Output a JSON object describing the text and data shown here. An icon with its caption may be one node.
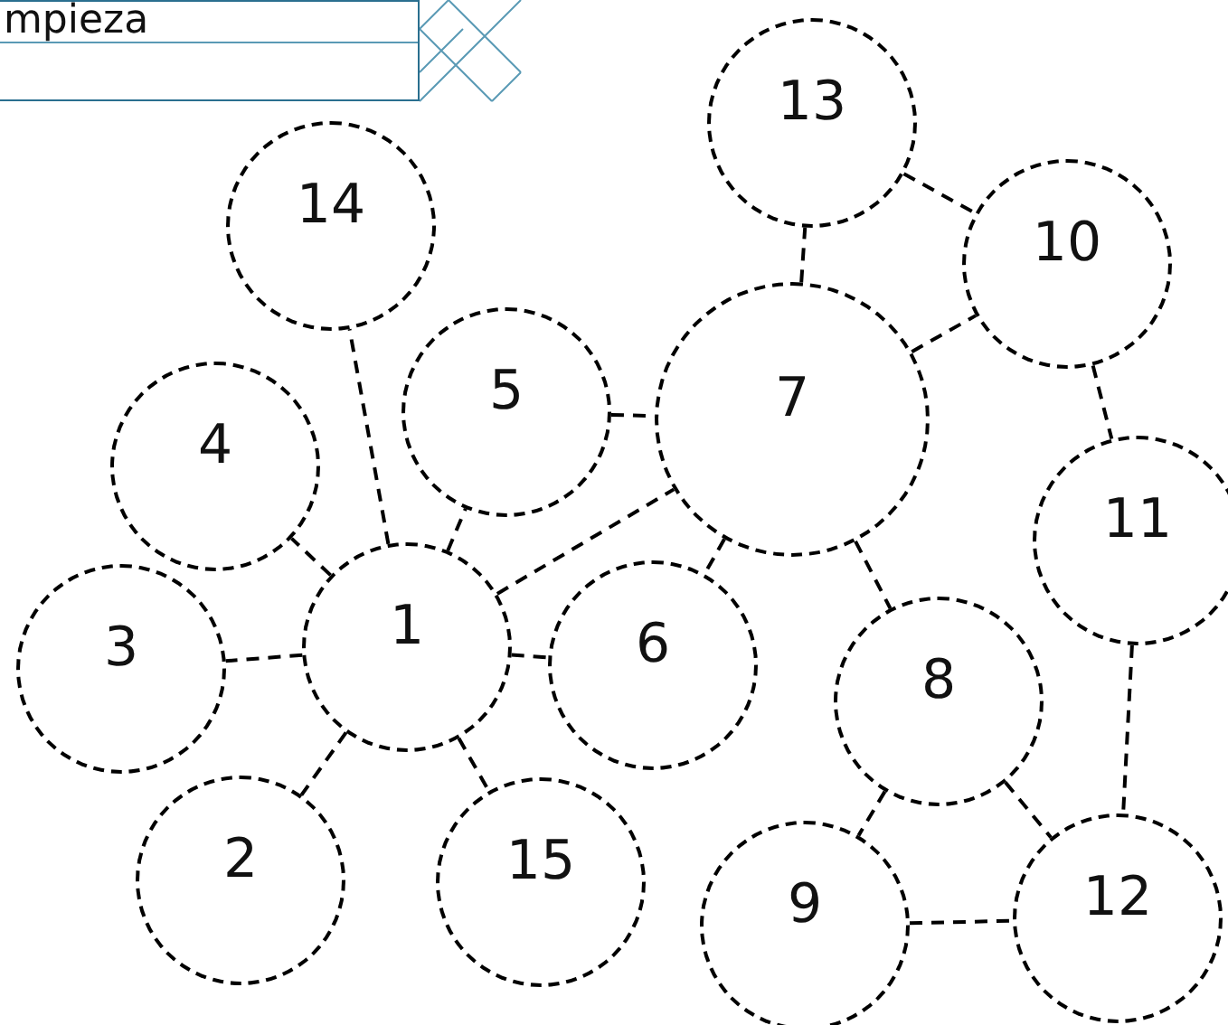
{
  "diagram": {
    "nodes": [
      {
        "text": [
          "mpieza"
        ]
      },
      {
        "text": [
          "1"
        ]
      },
      {
        "text": [
          "2"
        ]
      },
      {
        "text": [
          "3"
        ]
      },
      {
        "text": [
          "4"
        ]
      },
      {
        "text": [
          "5"
        ]
      },
      {
        "text": [
          "6"
        ]
      },
      {
        "text": [
          "7"
        ]
      },
      {
        "text": [
          "8"
        ]
      },
      {
        "text": [
          "9"
        ]
      },
      {
        "text": [
          "10"
        ]
      },
      {
        "text": [
          "11"
        ]
      },
      {
        "text": [
          "12"
        ]
      },
      {
        "text": [
          "13"
        ]
      },
      {
        "text": [
          "14"
        ]
      },
      {
        "text": [
          "15"
        ]
      }
    ],
    "edges": [
      {
        "from": 1,
        "to": 14,
        "arrow": "none"
      },
      {
        "from": 1,
        "to": 4,
        "arrow": "none"
      },
      {
        "from": 1,
        "to": 5,
        "arrow": "none"
      },
      {
        "from": 1,
        "to": 3,
        "arrow": "none"
      },
      {
        "from": 1,
        "to": 2,
        "arrow": "none"
      },
      {
        "from": 1,
        "to": 15,
        "arrow": "none"
      },
      {
        "from": 1,
        "to": 6,
        "arrow": "none"
      },
      {
        "from": 1,
        "to": 7,
        "arrow": "none"
      },
      {
        "from": 5,
        "to": 7,
        "arrow": "none"
      },
      {
        "from": 7,
        "to": 13,
        "arrow": "none"
      },
      {
        "from": 7,
        "to": 10,
        "arrow": "none"
      },
      {
        "from": 13,
        "to": 10,
        "arrow": "none"
      },
      {
        "from": 7,
        "to": 6,
        "arrow": "none"
      },
      {
        "from": 7,
        "to": 8,
        "arrow": "none"
      },
      {
        "from": 10,
        "to": 11,
        "arrow": "none"
      },
      {
        "from": 11,
        "to": 12,
        "arrow": "none"
      },
      {
        "from": 8,
        "to": 12,
        "arrow": "none"
      },
      {
        "from": 8,
        "to": 9,
        "arrow": "none"
      },
      {
        "from": 9,
        "to": 12,
        "arrow": "none"
      }
    ]
  }
}
